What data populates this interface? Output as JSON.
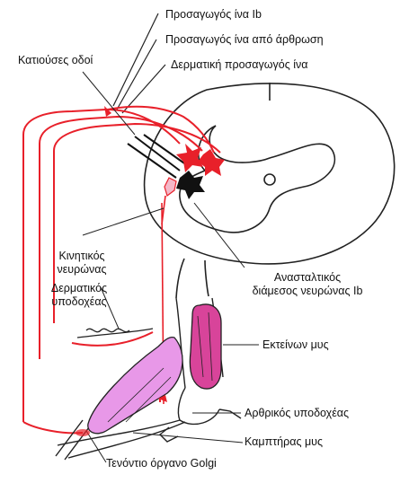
{
  "labels": {
    "afferent_ib": "Προσαγωγός ίνα Ib",
    "afferent_joint": "Προσαγωγός ίνα από άρθρωση",
    "cutaneous_afferent": "Δερματική προσαγωγός ίνα",
    "descending_pathways": "Κατιούσες οδοί",
    "motor_neuron_line1": "Κινητικός",
    "motor_neuron_line2": "νευρώνας",
    "cutaneous_receptor_line1": "Δερματικός",
    "cutaneous_receptor_line2": "υποδοχέας",
    "inhibitory_interneuron_line1": "Ανασταλτικός",
    "inhibitory_interneuron_line2": "διάμεσος νευρώνας Ib",
    "extensor_muscle": "Εκτείνων μυς",
    "joint_receptor": "Αρθρικός υποδοχέας",
    "flexor_muscle": "Καμπτήρας μυς",
    "golgi_tendon_organ": "Τενόντιο όργανο Golgi"
  },
  "colors": {
    "pathway_red": "#e8202a",
    "muscle_pink": "#e898e8",
    "extensor_magenta": "#d8449a",
    "outline": "#222222",
    "inhibitory_black": "#111111"
  }
}
